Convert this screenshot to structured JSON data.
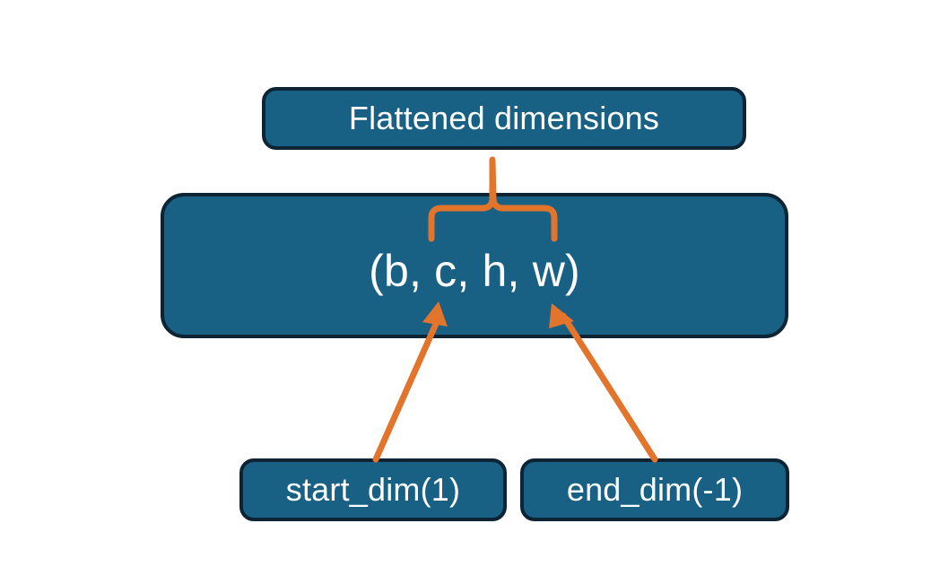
{
  "diagram": {
    "title_node": {
      "label": "Flattened dimensions",
      "name": "flattened-dimensions-box"
    },
    "shape_node": {
      "label": "(b, c, h, w)",
      "name": "tensor-shape-box",
      "dims": [
        "b",
        "c",
        "h",
        "w"
      ]
    },
    "param_nodes": [
      {
        "label": "start_dim(1)",
        "name": "start-dim-box",
        "value": 1
      },
      {
        "label": "end_dim(-1)",
        "name": "end-dim-box",
        "value": -1
      }
    ],
    "colors": {
      "node_fill": "#186084",
      "node_border": "#0c2434",
      "node_text": "#ffffff",
      "connector": "#e2752b",
      "background": "#ffffff"
    },
    "connectors": [
      {
        "name": "brace-connector",
        "type": "curly-brace",
        "from": "tensor-shape-box",
        "to": "flattened-dimensions-box",
        "spans_dims": [
          "c",
          "h",
          "w"
        ]
      },
      {
        "name": "start-dim-arrow",
        "type": "arrow",
        "from": "start-dim-box",
        "to": "tensor-shape-box"
      },
      {
        "name": "end-dim-arrow",
        "type": "arrow",
        "from": "end-dim-box",
        "to": "tensor-shape-box"
      }
    ]
  }
}
